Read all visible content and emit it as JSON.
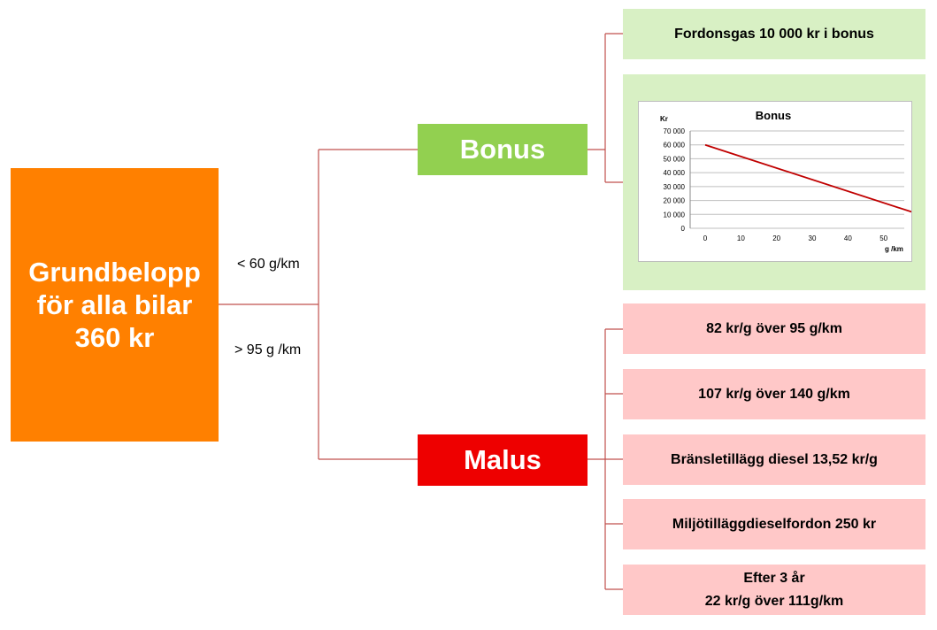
{
  "root": {
    "line1": "Grundbelopp",
    "line2": "för alla bilar",
    "line3": "360 kr"
  },
  "conditions": {
    "bonus": "< 60 g/km",
    "malus": "> 95 g /km"
  },
  "bonus": {
    "label": "Bonus",
    "items": [
      "Fordonsgas  10 000 kr i bonus"
    ]
  },
  "malus": {
    "label": "Malus",
    "items": [
      "82 kr/g över 95 g/km",
      "107 kr/g över 140 g/km",
      "Bränsletillägg diesel 13,52 kr/g",
      "Miljötilläggdieselfordon  250 kr"
    ],
    "last": {
      "line1": "Efter 3 år",
      "line2": "22 kr/g över 111g/km"
    }
  },
  "colors": {
    "root": "#FF8000",
    "bonus": "#92D050",
    "malus": "#EE0000",
    "bonus_items": "#D8F0C4",
    "malus_items": "#FFC8C8",
    "connector": "#C0504D",
    "chart_line": "#C00000"
  },
  "chart_data": {
    "type": "line",
    "title": "Bonus",
    "ylabel": "Kr",
    "xlabel": "g /km",
    "x_ticks": [
      0,
      10,
      20,
      30,
      40,
      50,
      60
    ],
    "y_ticks": [
      0,
      10000,
      20000,
      30000,
      40000,
      50000,
      60000,
      70000
    ],
    "y_tick_labels": [
      "0",
      "10 000",
      "20 000",
      "30 000",
      "40 000",
      "50 000",
      "60 000",
      "70 000"
    ],
    "xlim": [
      0,
      60
    ],
    "ylim": [
      0,
      70000
    ],
    "grid": true,
    "series": [
      {
        "x": [
          0,
          60
        ],
        "y": [
          60000,
          10000
        ]
      }
    ]
  }
}
